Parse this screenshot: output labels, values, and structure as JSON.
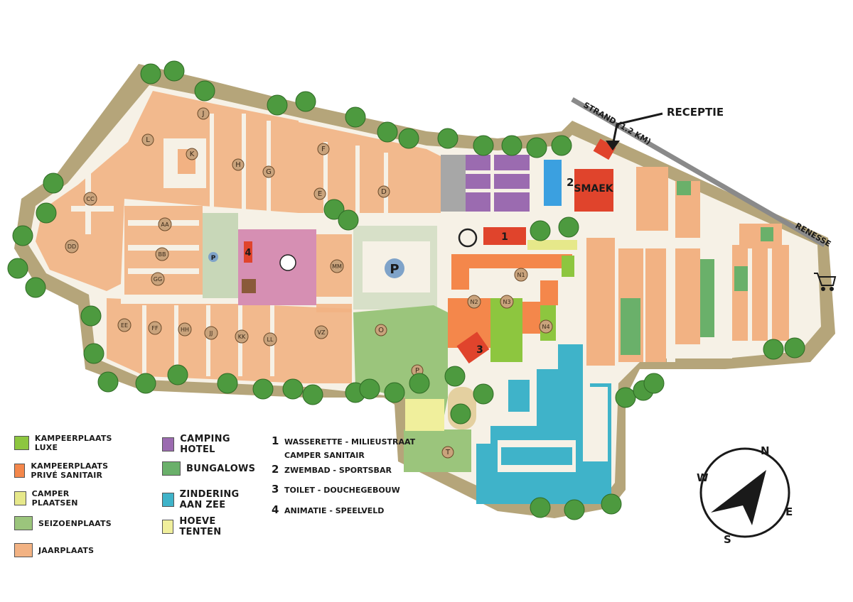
{
  "map": {
    "labels": {
      "receptie": "RECEPTIE",
      "strand": "STRAND (1.2 KM)",
      "renesse": "RENESSE",
      "smaek": "SMAEK",
      "parking": "P",
      "compass_n": "N",
      "compass_e": "E",
      "compass_s": "S",
      "compass_w": "W",
      "marker_1": "1",
      "marker_2": "2",
      "marker_3": "3",
      "marker_4": "4"
    },
    "zones": [
      "AA",
      "BB",
      "CC",
      "DD",
      "EE",
      "FF",
      "GG",
      "HH",
      "JJ",
      "KK",
      "LL",
      "MM",
      "VZ",
      "D",
      "E",
      "F",
      "G",
      "H",
      "J",
      "K",
      "L",
      "O",
      "P",
      "T",
      "N1",
      "N2",
      "N3",
      "N4"
    ],
    "zone_positions_note": ""
  },
  "legend": {
    "col1": [
      {
        "label": "KAMPEERPLAATS LUXE",
        "color": "#8dc63f"
      },
      {
        "label": "KAMPEERPLAATS PRIVÉ SANITAIR",
        "color": "#f4874b"
      },
      {
        "label": "CAMPER PLAATSEN",
        "color": "#e6e88a"
      },
      {
        "label": "SEIZOENPLAATS",
        "color": "#9bc57c"
      },
      {
        "label": "JAARPLAATS",
        "color": "#f2b283"
      }
    ],
    "col2": [
      {
        "label": "CAMPING HOTEL",
        "color": "#9b6bb0"
      },
      {
        "label": "BUNGALOWS",
        "color": "#6ab06a"
      },
      {
        "label": "ZINDERING AAN ZEE",
        "color": "#3fb3c9"
      },
      {
        "label": "HOEVE TENTEN",
        "color": "#f0ef9c"
      }
    ],
    "facilities": [
      {
        "num": "1",
        "label": "WASSERETTE - MILIEUSTRAAT",
        "label2": "CAMPER SANITAIR"
      },
      {
        "num": "2",
        "label": "ZWEMBAD - SPORTSBAR",
        "label2": ""
      },
      {
        "num": "3",
        "label": "TOILET - DOUCHEGEBOUW",
        "label2": ""
      },
      {
        "num": "4",
        "label": "ANIMATIE - SPEELVELD",
        "label2": ""
      }
    ]
  }
}
